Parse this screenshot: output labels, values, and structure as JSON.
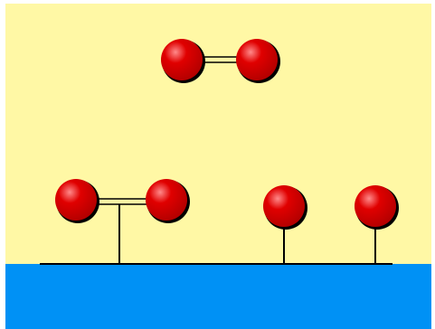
{
  "scene": {
    "colors": {
      "background": "#FFF8A5",
      "surface": "#0091F5",
      "atom_fill": "#E00000",
      "atom_highlight": "#FF8A8A",
      "atom_shadow": "#000000",
      "bond": "#000000",
      "stem": "#000000",
      "baseline": "#000000",
      "frame": "#FFFFFF"
    },
    "elements": [
      {
        "name": "gas-molecule",
        "kind": "molecule",
        "atoms": 2,
        "bond": "double"
      },
      {
        "name": "adsorbed-molecule",
        "kind": "molecule",
        "atoms": 2,
        "bond": "double",
        "anchored": true
      },
      {
        "name": "adsorbed-atom-left",
        "kind": "atom",
        "anchored": true
      },
      {
        "name": "adsorbed-atom-right",
        "kind": "atom",
        "anchored": true
      }
    ]
  }
}
